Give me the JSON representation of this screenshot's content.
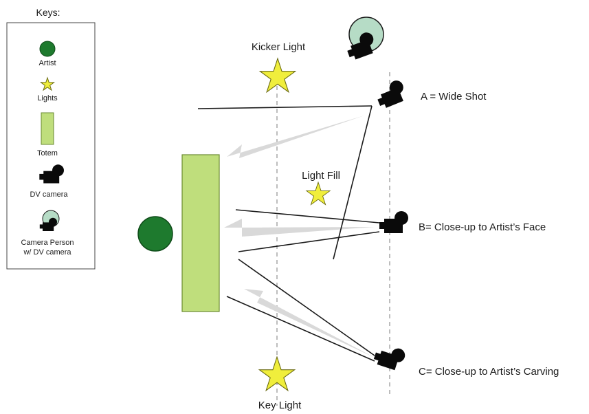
{
  "legend": {
    "title": "Keys:",
    "items": [
      {
        "label": "Artist",
        "icon": "artist-circle-icon"
      },
      {
        "label": "Lights",
        "icon": "star-light-icon"
      },
      {
        "label": "Totem",
        "icon": "totem-rect-icon"
      },
      {
        "label": "DV camera",
        "icon": "dv-camera-icon"
      },
      {
        "label_lines": [
          "Camera Person",
          "w/ DV camera"
        ],
        "icon": "camera-person-icon"
      }
    ]
  },
  "lights": {
    "kicker": "Kicker Light",
    "fill": "Light Fill",
    "key": "Key Light"
  },
  "cameras": {
    "a": "A = Wide Shot",
    "b": "B= Close-up to Artist’s Face",
    "c": "C= Close-up to Artist’s Carving"
  },
  "colors": {
    "artist": "#1e7a2e",
    "artist_stroke": "#0e4a18",
    "totem": "#bfde7c",
    "totem_stroke": "#6a8a30",
    "star": "#f0ee3c",
    "star_stroke": "#6a6a10",
    "camera": "#0a0a0a",
    "camera_person": "#b6dcc6",
    "light_beam": "#d9d9d9",
    "dashed_line": "#bdbdbd",
    "line": "#1a1a1a"
  }
}
